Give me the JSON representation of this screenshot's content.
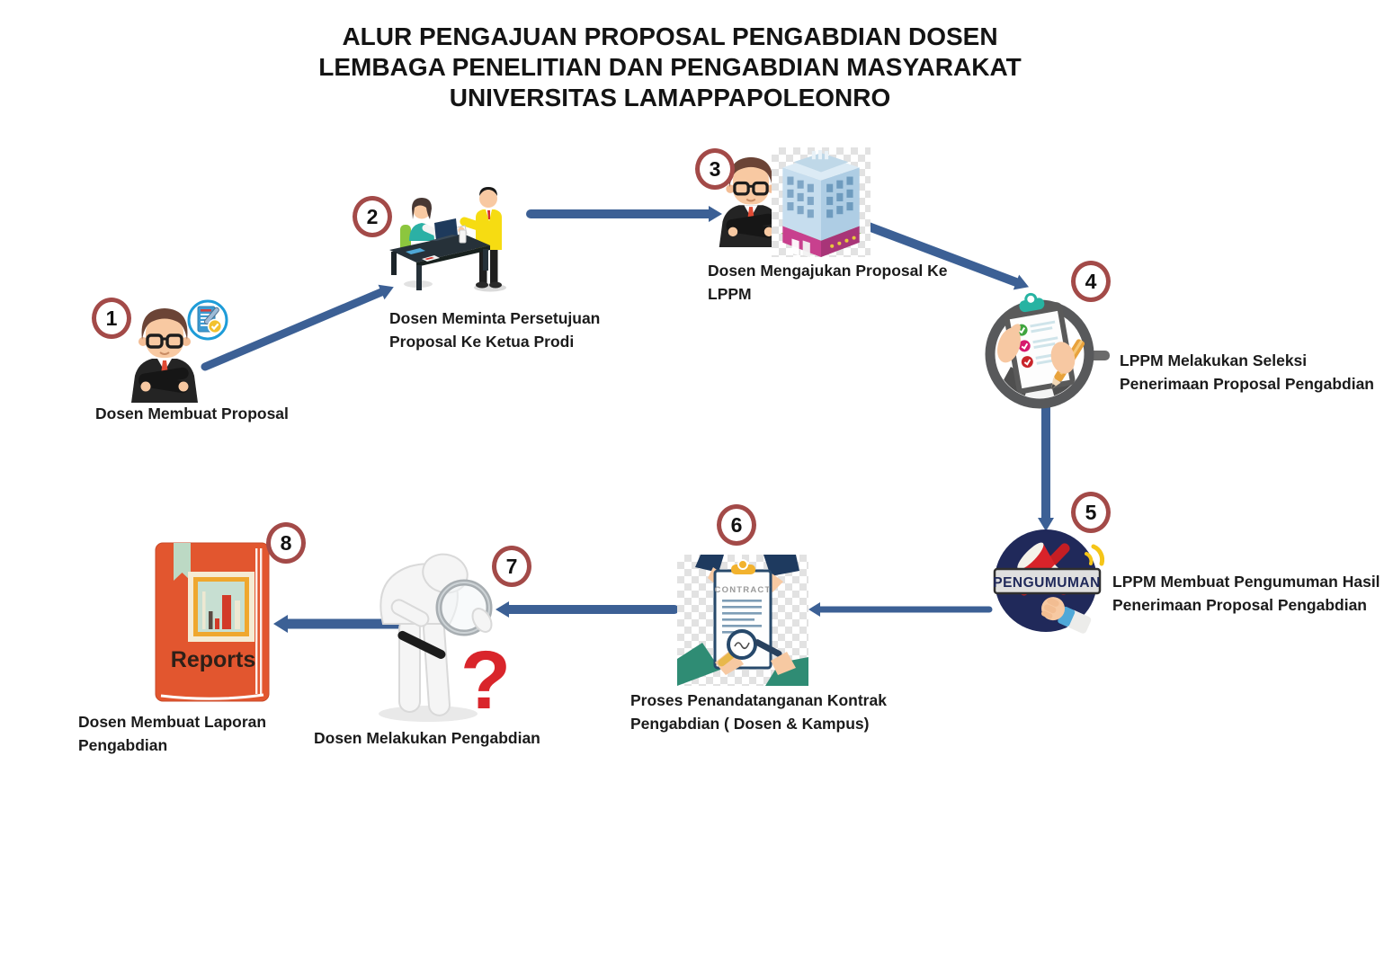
{
  "title": {
    "line1": "ALUR PENGAJUAN PROPOSAL PENGABDIAN DOSEN",
    "line2": "LEMBAGA PENELITIAN DAN PENGABDIAN MASYARAKAT",
    "line3": "UNIVERSITAS LAMAPPAPOLEONRO"
  },
  "steps": [
    {
      "number": "1",
      "icon": "lecturer-with-proposal-icon",
      "label_lines": [
        "Dosen Membuat Proposal"
      ]
    },
    {
      "number": "2",
      "icon": "desk-approval-meeting-icon",
      "label_lines": [
        "Dosen Meminta Persetujuan",
        "Proposal Ke Ketua Prodi"
      ]
    },
    {
      "number": "3",
      "icon": "lecturer-and-campus-building-icon",
      "label_lines": [
        "Dosen Mengajukan Proposal Ke",
        "LPPM"
      ]
    },
    {
      "number": "4",
      "icon": "selection-checklist-icon",
      "label_lines": [
        "LPPM Melakukan Seleksi",
        "Penerimaan Proposal Pengabdian"
      ]
    },
    {
      "number": "5",
      "icon": "announcement-megaphone-icon",
      "banner": "PENGUMUMAN",
      "label_lines": [
        "LPPM Membuat Pengumuman Hasil",
        "Penerimaan Proposal Pengabdian"
      ]
    },
    {
      "number": "6",
      "icon": "contract-signing-icon",
      "document_title": "CONTRACT",
      "label_lines": [
        "Proses Penandatanganan Kontrak",
        "Pengabdian ( Dosen & Kampus)"
      ]
    },
    {
      "number": "7",
      "icon": "inspection-figure-icon",
      "question_mark": "?",
      "label_lines": [
        "Dosen Melakukan Pengabdian"
      ]
    },
    {
      "number": "8",
      "icon": "reports-book-icon",
      "book_title": "Reports",
      "label_lines": [
        "Dosen Membuat Laporan",
        "Pengabdian"
      ]
    }
  ],
  "colors": {
    "arrow": "#3C6095",
    "badge_ring": "#A34A48",
    "label_text": "#1B1B1B",
    "megaphone_navy": "#20295A",
    "megaphone_red": "#D8232A",
    "book_orange": "#E2562F",
    "clipboard_gray": "#58595B",
    "accent_teal": "#27B3A2"
  }
}
